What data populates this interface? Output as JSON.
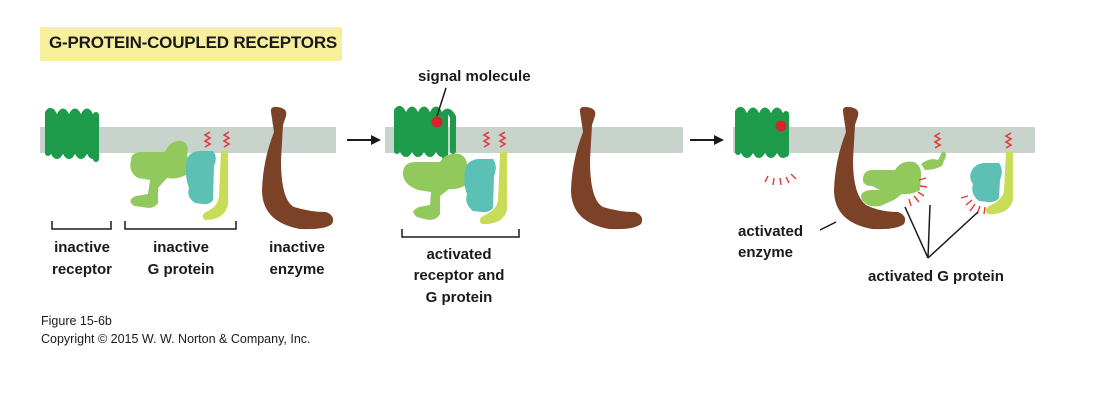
{
  "title": "G-PROTEIN-COUPLED RECEPTORS",
  "panel1": {
    "receptor_label_1": "inactive",
    "receptor_label_2": "receptor",
    "gprotein_label_1": "inactive",
    "gprotein_label_2": "G protein",
    "enzyme_label_1": "inactive",
    "enzyme_label_2": "enzyme"
  },
  "panel2": {
    "signal_label": "signal molecule",
    "complex_label_1": "activated",
    "complex_label_2": "receptor and",
    "complex_label_3": "G protein"
  },
  "panel3": {
    "enzyme_label_1": "activated",
    "enzyme_label_2": "enzyme",
    "gprotein_label": "activated G protein"
  },
  "figure_label": "Figure 15-6b",
  "copyright": "Copyright © 2015 W. W. Norton & Company, Inc.",
  "colors": {
    "membrane": "#c8d3cc",
    "receptor": "#1e9b4a",
    "g_alpha": "#92c95c",
    "g_beta": "#5dc0b5",
    "g_gamma": "#c8dc58",
    "enzyme": "#7b4227",
    "signal": "#d8232a",
    "lipid": "#e03a3a",
    "title_bg": "#f7ef9c"
  }
}
